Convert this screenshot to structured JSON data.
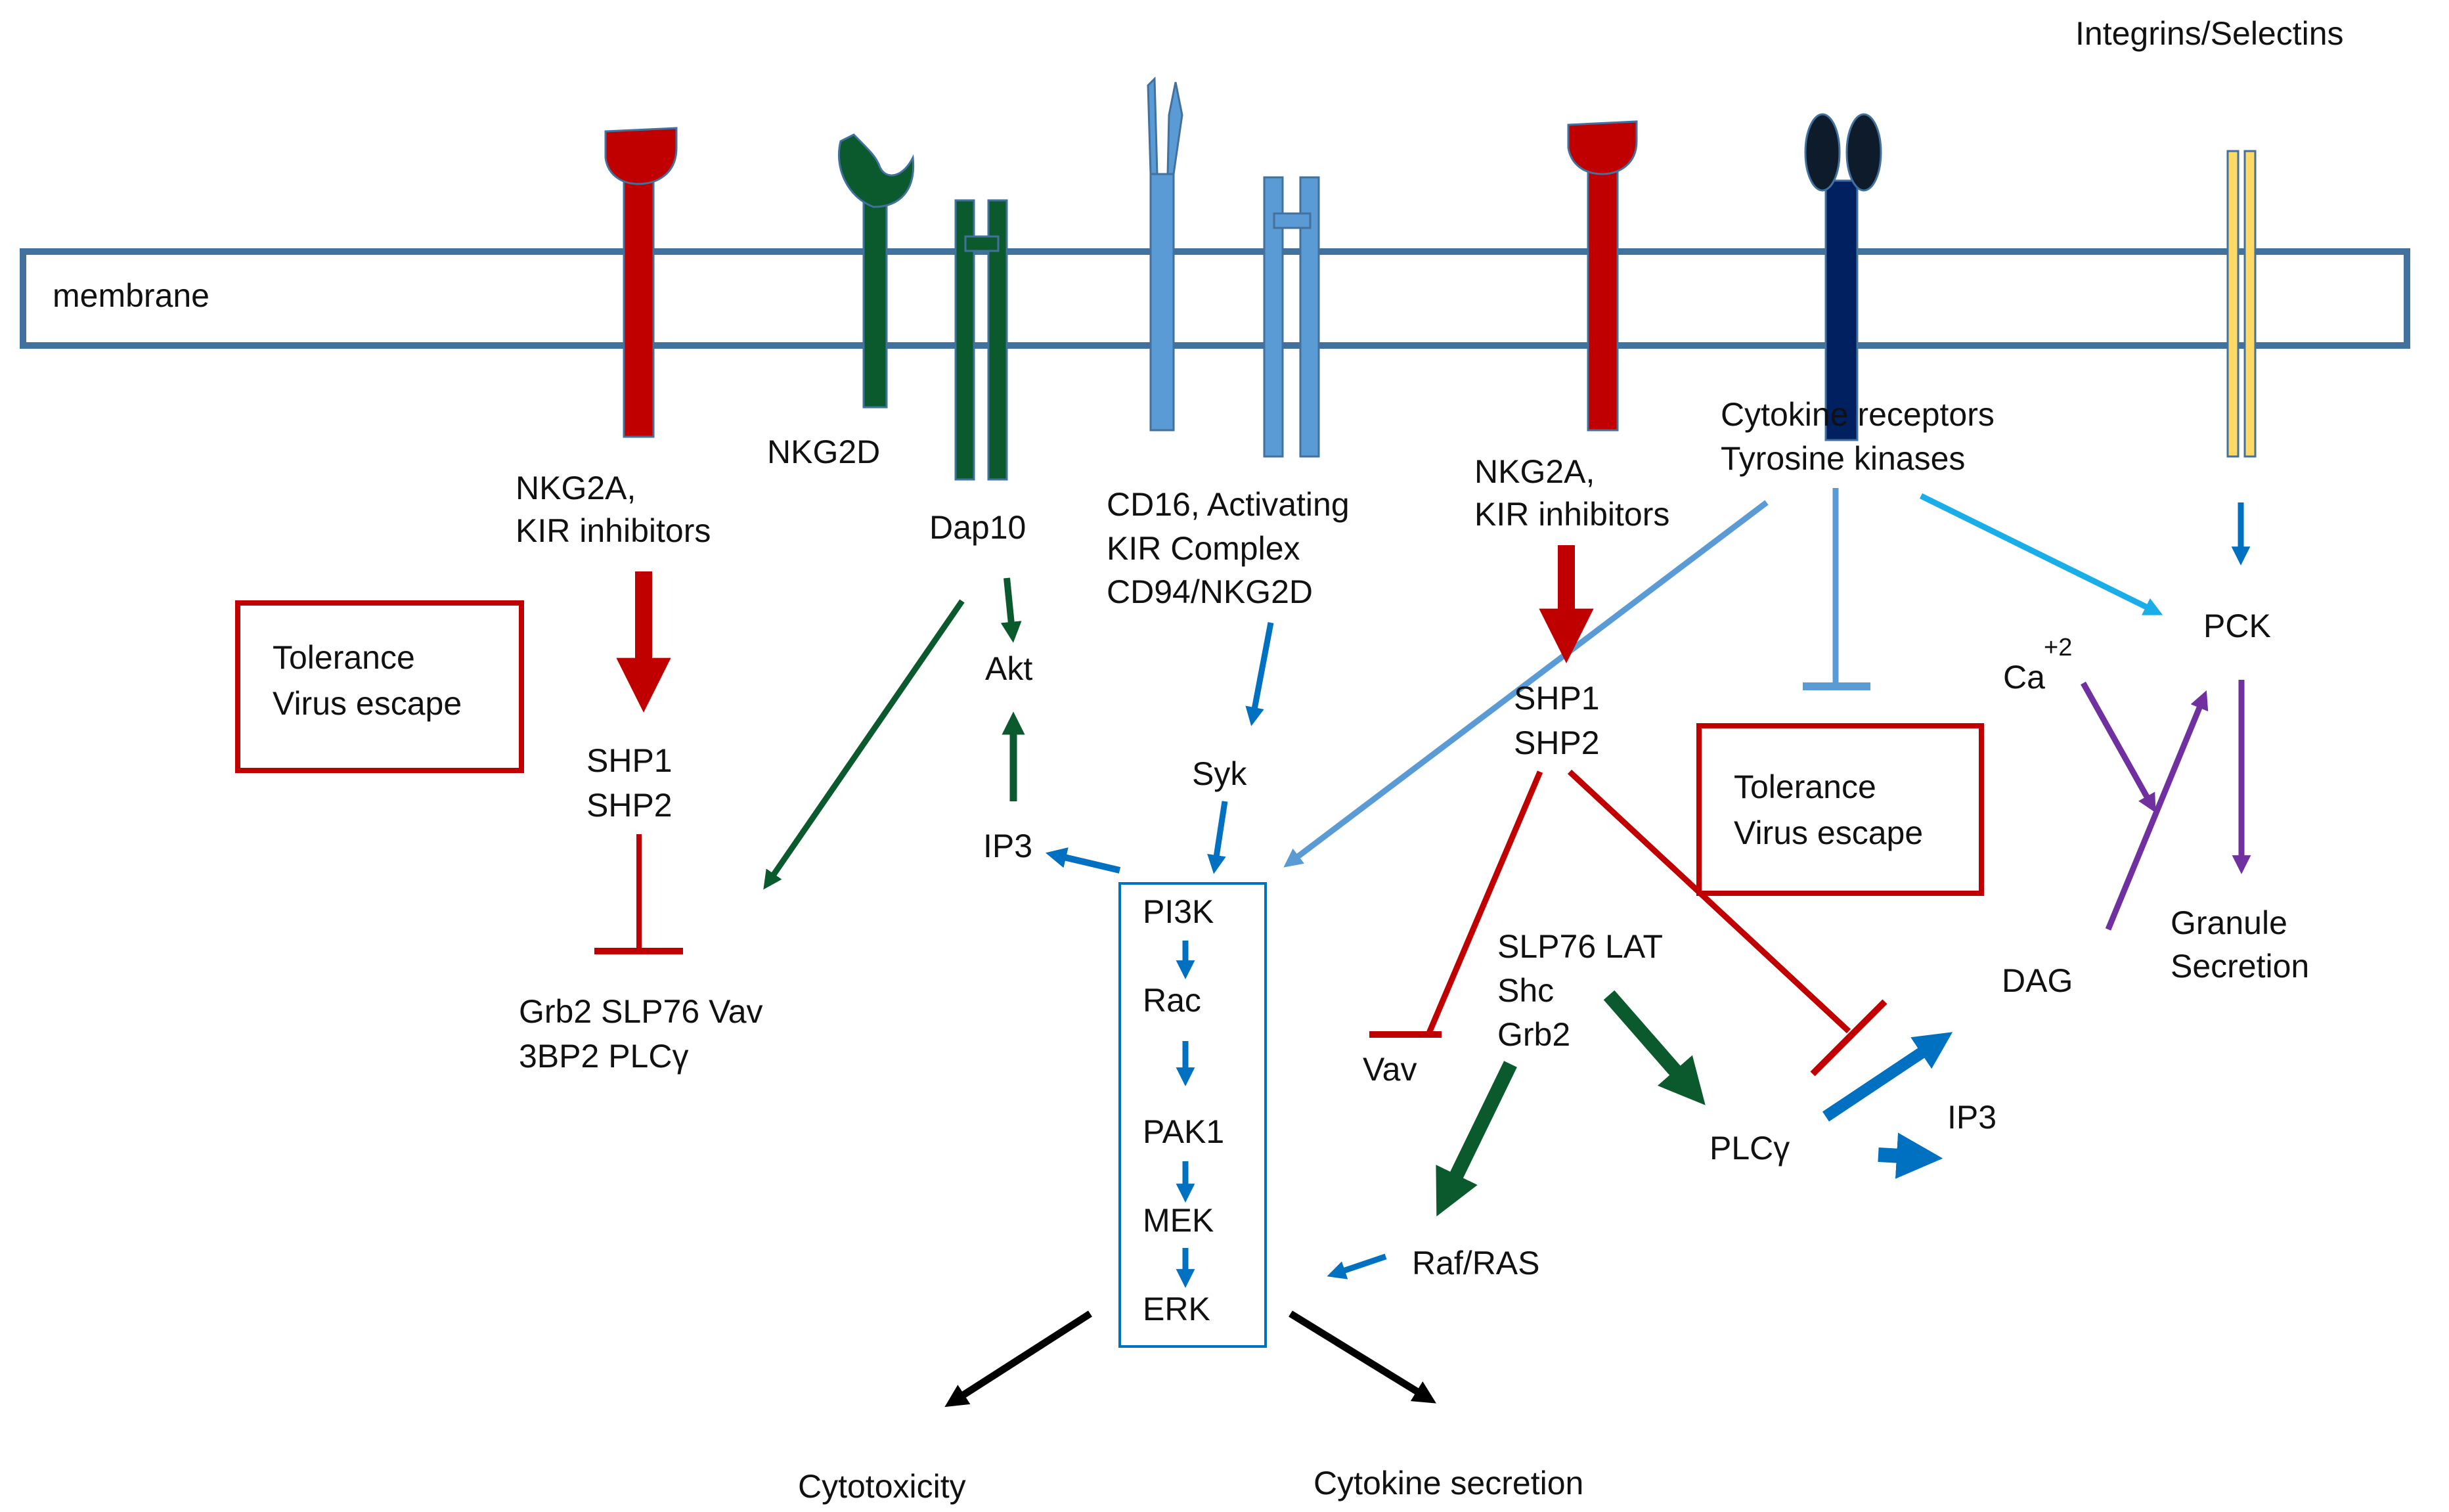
{
  "membrane_label": "membrane",
  "receptors": {
    "nkg2a_left": "NKG2A,",
    "kir_left": "KIR inhibitors",
    "nkg2d": "NKG2D",
    "dap10": "Dap10",
    "cd16_1": "CD16, Activating",
    "cd16_2": "KIR Complex",
    "cd16_3": "CD94/NKG2D",
    "nkg2a_right": "NKG2A,",
    "kir_right": "KIR inhibitors",
    "cytokine_1": "Cytokine receptors",
    "cytokine_2": "Tyrosine kinases",
    "integrins": "Integrins/Selectins"
  },
  "tolerance_box_left": {
    "line1": "Tolerance",
    "line2": "Virus escape"
  },
  "tolerance_box_right": {
    "line1": "Tolerance",
    "line2": "Virus escape"
  },
  "left_pathway": {
    "shp1": "SHP1",
    "shp2": "SHP2",
    "targets_1": "Grb2 SLP76  Vav",
    "targets_2": "3BP2 PLCγ"
  },
  "center_pathway": {
    "akt": "Akt",
    "ip3": "IP3",
    "syk": "Syk",
    "cascade": [
      "PI3K",
      "Rac",
      "PAK1",
      "MEK",
      "ERK"
    ],
    "raf": "Raf/RAS"
  },
  "right_pathway": {
    "shp1": "SHP1",
    "shp2": "SHP2",
    "vav": "Vav",
    "adaptors_1": "SLP76  LAT",
    "adaptors_2": "Shc",
    "adaptors_3": "Grb2",
    "plcg": "PLCγ",
    "ip3": "IP3",
    "dag": "DAG",
    "ca": "Ca",
    "ca_sup": "+2",
    "pck": "PCK",
    "granule_1": "Granule",
    "granule_2": "Secretion"
  },
  "outputs": {
    "cytotoxicity": "Cytotoxicity",
    "cytokine_secretion": "Cytokine secretion"
  },
  "colors": {
    "inhibitory": "#c00000",
    "nkg2d": "#0b5a2e",
    "activating": "#5b9bd5",
    "signal_blue": "#0070c0",
    "cytokine_receptor": "#002060",
    "integrin": "#ffd966",
    "calcium": "#7030a0",
    "output": "#000000",
    "membrane": "#41719c"
  }
}
